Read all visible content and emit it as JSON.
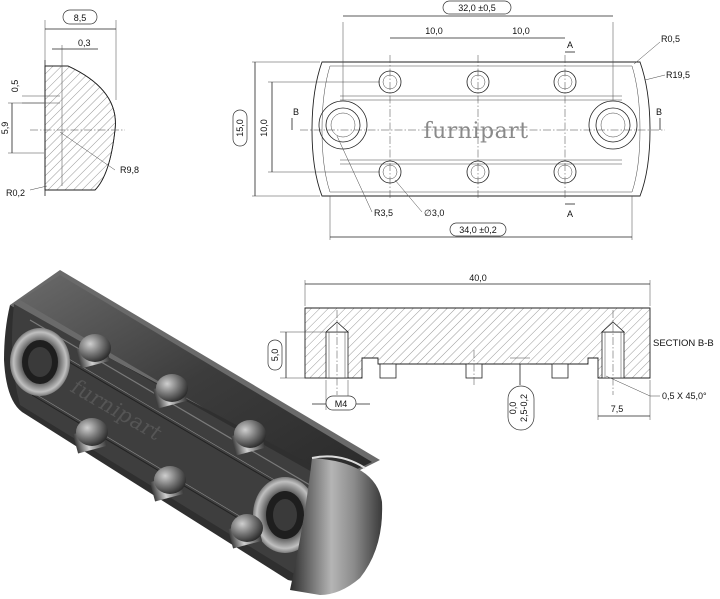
{
  "labels": {
    "d_8_5": "8,5",
    "d_0_3": "0,3",
    "d_0_5": "0,5",
    "d_5_9": "5,9",
    "d_r9_8": "R9,8",
    "d_r0_2": "R0,2",
    "d_32": "32,0 ±0,5",
    "d_10a": "10,0",
    "d_10b": "10,0",
    "d_a_top": "A",
    "d_a_bot": "A",
    "d_r0_5": "R0,5",
    "d_r19_5": "R19,5",
    "d_15": "15,0",
    "d_10v": "10,0",
    "d_b_left": "B",
    "d_b_right": "B",
    "d_r3_5": "R3,5",
    "d_dia3": "∅3,0",
    "d_34": "34,0 ±0,2",
    "d_40": "40,0",
    "d_5_0": "5,0",
    "d_m4": "M4",
    "d_0_0": "0,0",
    "d_2_5": "2,5-0,2",
    "d_7_5": "7,5",
    "d_chamfer": "0,5 X 45,0°",
    "section": "SECTION B-B",
    "brand_top": "furnipart",
    "brand_3d": "furnipart"
  }
}
